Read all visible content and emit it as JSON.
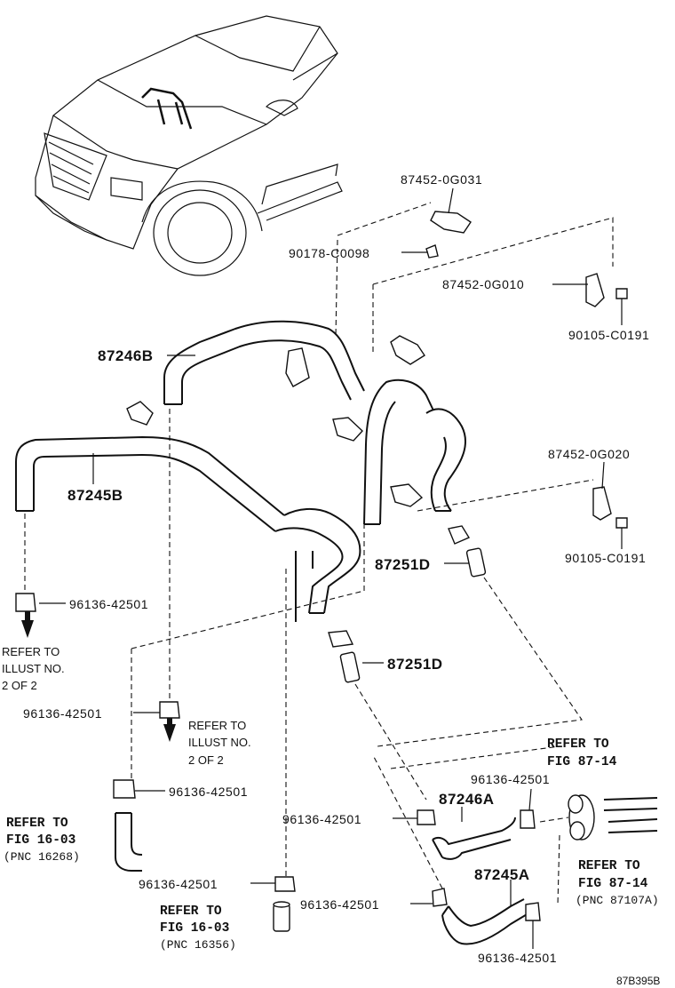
{
  "diagram_code": "87B395B",
  "parts": {
    "p_87452_0G031": "87452-0G031",
    "p_90178_C0098": "90178-C0098",
    "p_87452_0G010": "87452-0G010",
    "p_90105_C0191_top": "90105-C0191",
    "p_87246B": "87246B",
    "p_87245B": "87245B",
    "p_87452_0G020": "87452-0G020",
    "p_90105_C0191_mid": "90105-C0191",
    "p_87251D_a": "87251D",
    "p_87251D_b": "87251D",
    "p_96136_left_top": "96136-42501",
    "p_96136_mid_left": "96136-42501",
    "p_96136_lower_left": "96136-42501",
    "p_96136_lower_mid": "96136-42501",
    "p_96136_center": "96136-42501",
    "p_96136_center_low": "96136-42501",
    "p_96136_right_top": "96136-42501",
    "p_96136_bottom_right": "96136-42501",
    "p_87246A": "87246A",
    "p_87245A": "87245A"
  },
  "refer_illust_a": [
    "REFER TO",
    "ILLUST NO.",
    "2 OF 2"
  ],
  "refer_illust_b": [
    "REFER TO",
    "ILLUST NO.",
    "2 OF 2"
  ],
  "refer_fig16_a": [
    "REFER TO",
    "FIG 16-03",
    "(PNC 16268)"
  ],
  "refer_fig16_b": [
    "REFER TO",
    "FIG 16-03",
    "(PNC 16356)"
  ],
  "refer_fig87_a": [
    "REFER TO",
    "FIG 87-14"
  ],
  "refer_fig87_b": [
    "REFER TO",
    "FIG 87-14",
    "(PNC 87107A)"
  ]
}
